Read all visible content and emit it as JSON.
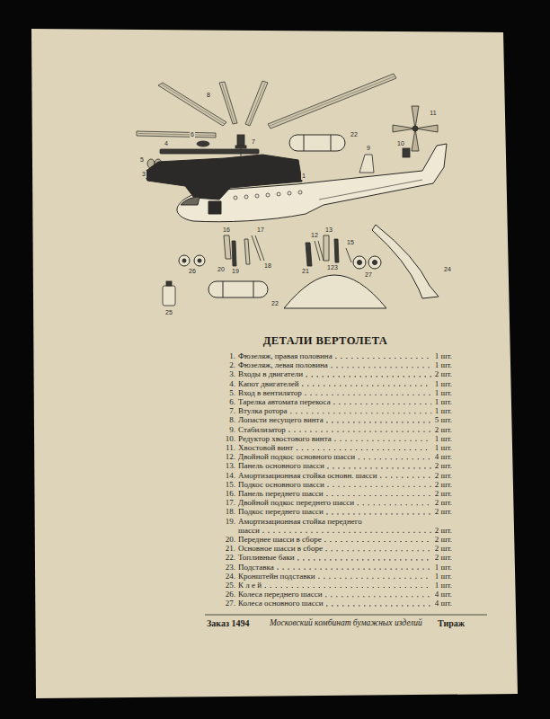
{
  "diagram": {
    "title": "ДЕТАЛИ ВЕРТОЛЕТА",
    "labels": [
      "8",
      "6",
      "7",
      "5",
      "3",
      "4",
      "22",
      "1",
      "11",
      "10",
      "9",
      "16",
      "17",
      "19",
      "18",
      "20",
      "13",
      "12",
      "14",
      "15",
      "21",
      "26",
      "27",
      "25",
      "22",
      "23",
      "24",
      "1.",
      "Фюзеляж, правая половина",
      "1 шт.",
      "2.",
      "Фюзеляж, левая половина",
      "1 шт.",
      "3.",
      "Входы в двигатели",
      "2 шт.",
      "4.",
      "Капот двигателей",
      "1 шт.",
      "5.",
      "Вход в вентилятор",
      "1 шт.",
      "6.",
      "Тарелка автомата перекоса",
      "1 шт.",
      "7.",
      "Втулка ротора",
      "1 шт.",
      "8.",
      "Лопасти несущего винта",
      "5 шт.",
      "9.",
      "Стабилизатор",
      "2 шт.",
      "10.",
      "Редуктор хвостового винта",
      "1 шт.",
      "11.",
      "Хвостовой винт",
      "1 шт.",
      "12.",
      "Двойной подкос основного шасси",
      "4 шт.",
      "13.",
      "Панель основного шасси",
      "2 шт.",
      "14.",
      "Амортизационная стойка основн. шасси",
      "2 шт.",
      "15.",
      "Подкос основного шасси",
      "2 шт.",
      "16.",
      "Панель переднего шасси",
      "2 шт.",
      "17.",
      "Двойной подкос переднего шасси",
      "2 шт.",
      "18.",
      "Подкос переднего шасси",
      "2 шт.",
      "19.",
      "Амортизационная стойка переднего шасси",
      "2 шт.",
      "20.",
      "Переднее шасси в сборе",
      "2 шт.",
      "21.",
      "Основное шасси в сборе",
      "2 шт.",
      "22.",
      "Топливные баки",
      "2 шт.",
      "23.",
      "Подставка",
      "1 шт.",
      "24.",
      "Кронштейн подставки",
      "1 шт.",
      "25.",
      "К л е й",
      "1 шт.",
      "26.",
      "Колеса переднего шасси",
      "4 шт.",
      "27.",
      "Колеса основного шасси",
      "4 шт.",
      "Заказ 1494",
      "Московский комбинат бумажных изделий",
      "Тираж"
    ]
  }
}
